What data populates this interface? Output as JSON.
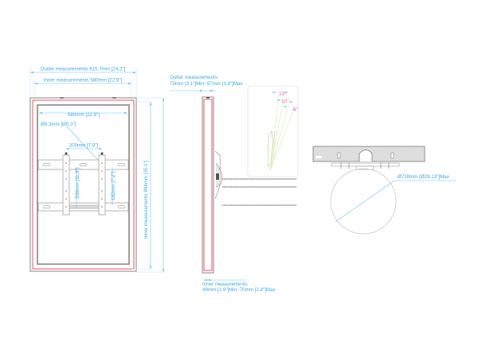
{
  "front_view": {
    "outer_width_label": "Outter measurements 615.7mm [24.2\"]",
    "inner_width_label": "Inner measurements 580mm [22.8\"]",
    "inner_height_label": "Inner measurements 894mm [35.1\"]",
    "rail_width_label": "580mm [22.8\"]",
    "hole_diameter_label": "Ø8.3mm [Ø0.3\"]",
    "vesa_horizontal_label": "200mm [7.9\"]",
    "vesa_vertical_label": "300mm [11.8\"]",
    "rail_spacing_label": "182mm [7.2\"]"
  },
  "side_view": {
    "outer_depth_title": "Outter measurements",
    "outer_depth_value": "79mm [3.1\"]Min~97mm [3.8\"]Max",
    "inner_depth_title": "Inner measurements",
    "inner_depth_value": "49mm [1.9\"]Min~70mm [2.8\"]Max"
  },
  "tilt_view": {
    "angles": [
      "15°",
      "10°",
      "5°"
    ]
  },
  "top_view": {
    "diameter_label": "Ø730mm [Ø29.13\"]Max"
  },
  "colors": {
    "dimension": "#3fa9de",
    "frame_red": "#e8505f",
    "angle_pink": "#f06ba0",
    "frame_gray": "#8a8580"
  }
}
